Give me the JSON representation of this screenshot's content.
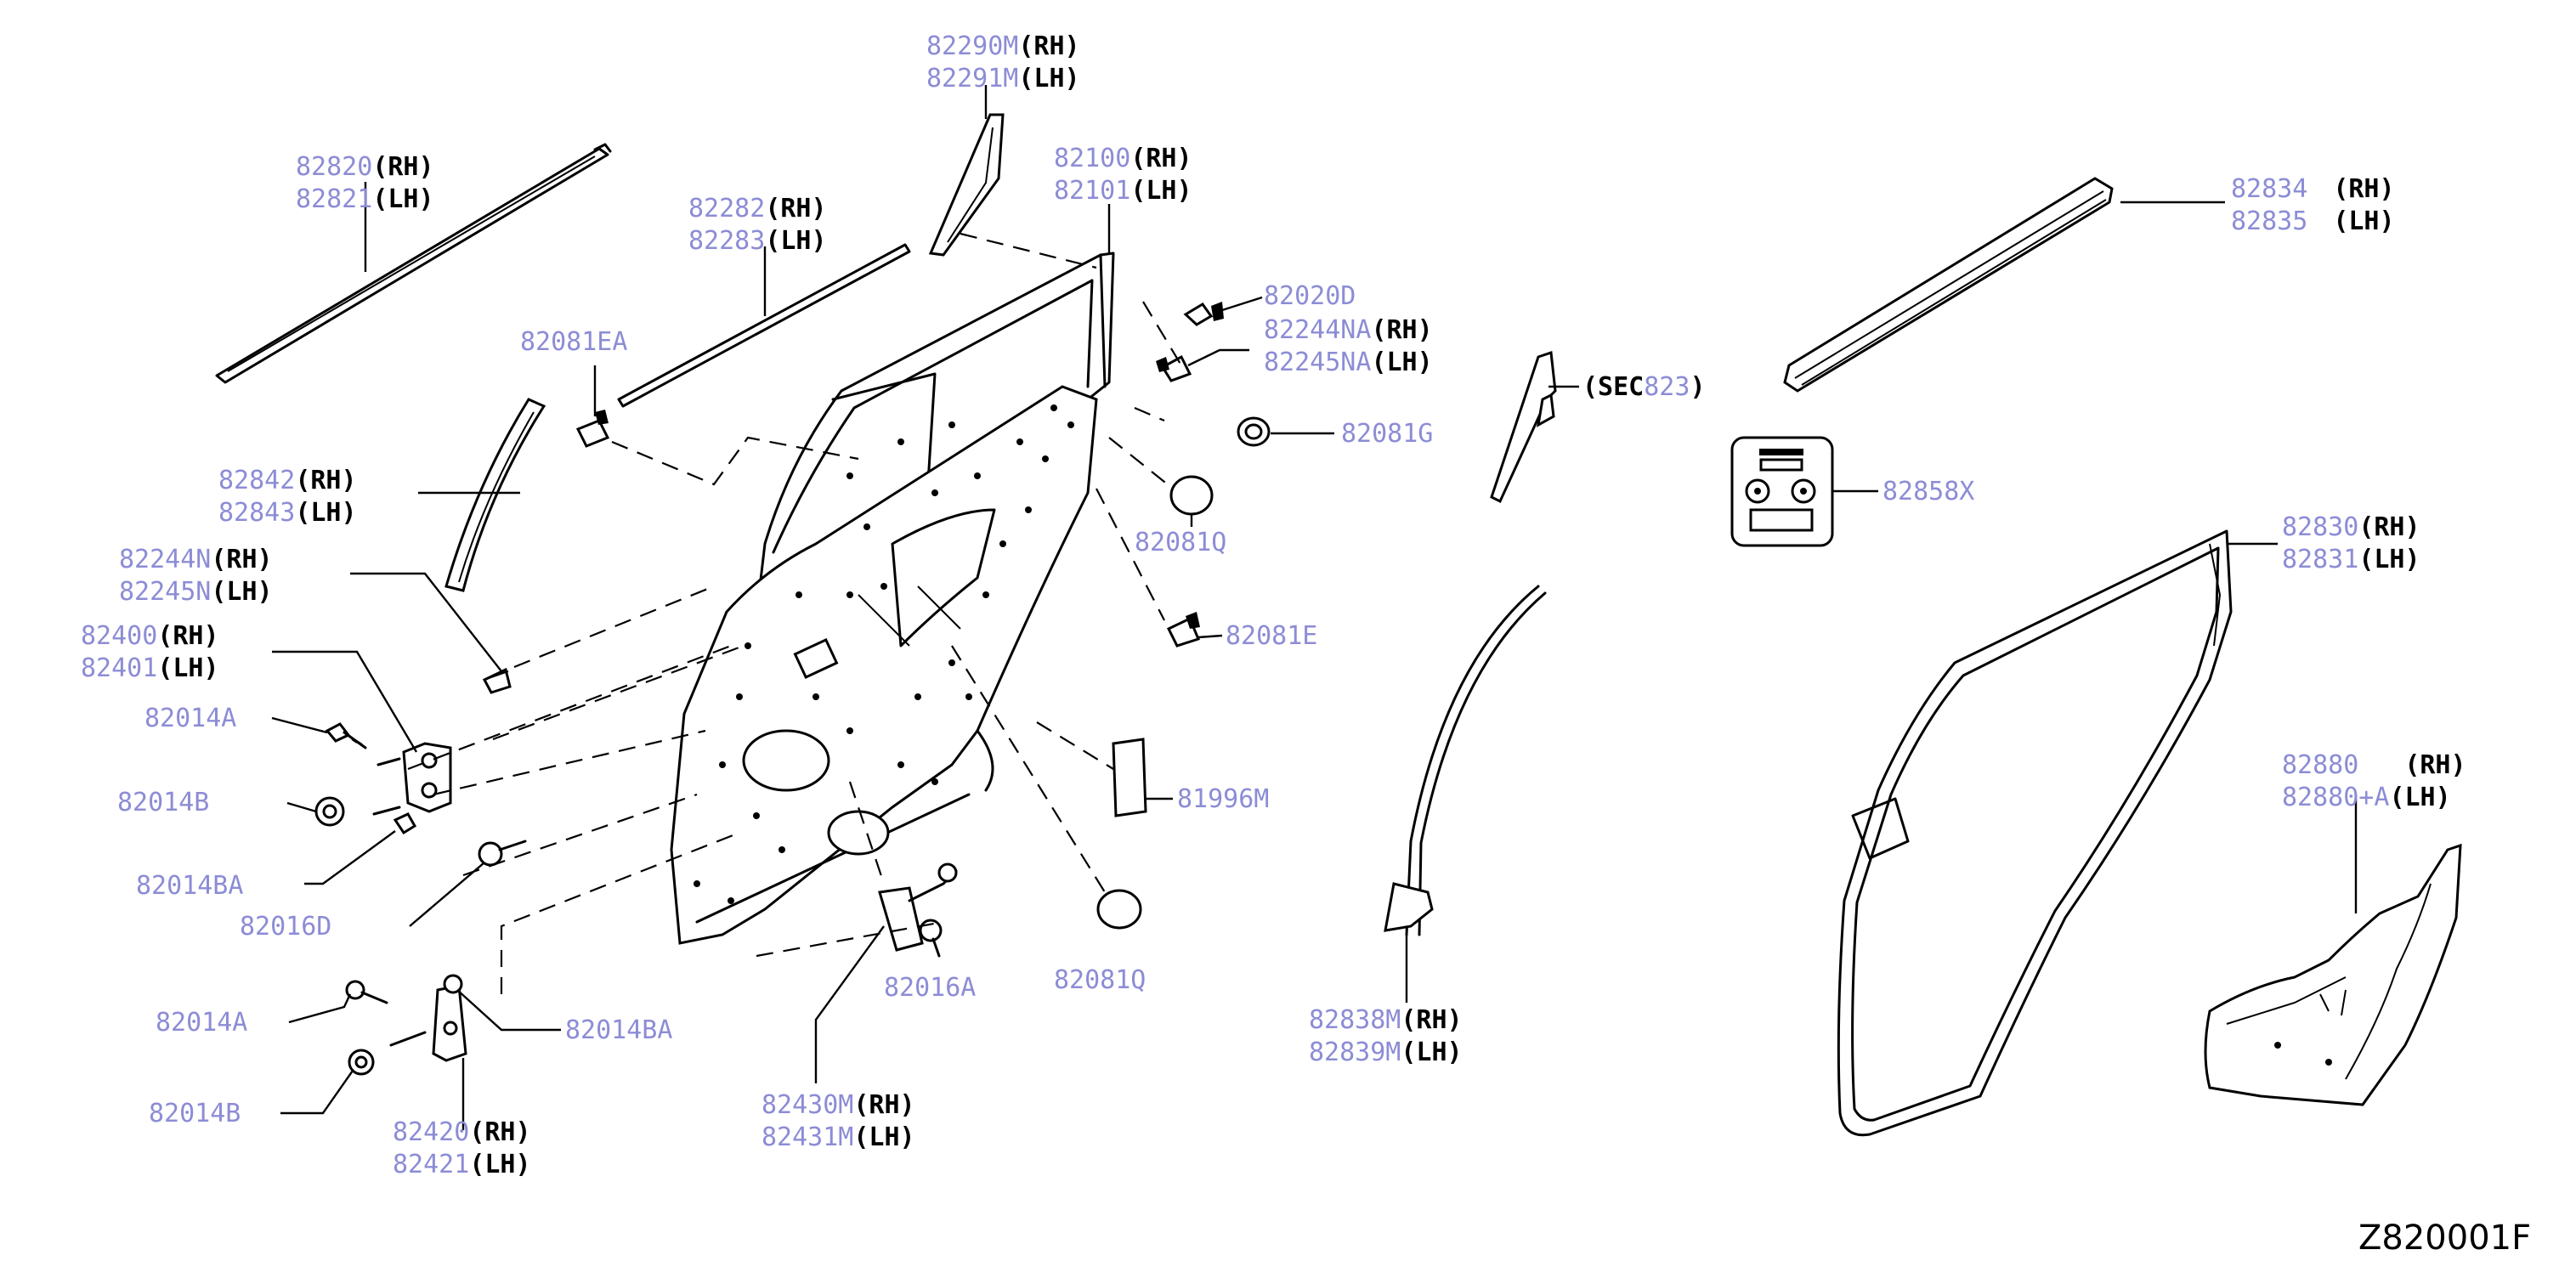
{
  "diagram_id": "Z820001F",
  "callouts": [
    {
      "id": "c82820",
      "lines": [
        {
          "pn": "82820",
          "side": "(RH)"
        },
        {
          "pn": "82821",
          "side": "(LH)"
        }
      ]
    },
    {
      "id": "c82282",
      "lines": [
        {
          "pn": "82282",
          "side": "(RH)"
        },
        {
          "pn": "82283",
          "side": "(LH)"
        }
      ]
    },
    {
      "id": "c82290M",
      "lines": [
        {
          "pn": "82290M",
          "side": "(RH)"
        },
        {
          "pn": "82291M",
          "side": "(LH)"
        }
      ]
    },
    {
      "id": "c82100",
      "lines": [
        {
          "pn": "82100",
          "side": "(RH)"
        },
        {
          "pn": "82101",
          "side": "(LH)"
        }
      ]
    },
    {
      "id": "c82020D",
      "lines": [
        {
          "pn": "82020D",
          "side": ""
        }
      ]
    },
    {
      "id": "c82244NA",
      "lines": [
        {
          "pn": "82244NA",
          "side": "(RH)"
        },
        {
          "pn": "82245NA",
          "side": "(LH)"
        }
      ]
    },
    {
      "id": "c82081EA",
      "lines": [
        {
          "pn": "82081EA",
          "side": ""
        }
      ]
    },
    {
      "id": "c82081G",
      "lines": [
        {
          "pn": "82081G",
          "side": ""
        }
      ]
    },
    {
      "id": "c82081Q1",
      "lines": [
        {
          "pn": "82081Q",
          "side": ""
        }
      ]
    },
    {
      "id": "c82842",
      "lines": [
        {
          "pn": "82842",
          "side": "(RH)"
        },
        {
          "pn": "82843",
          "side": "(LH)"
        }
      ]
    },
    {
      "id": "c82244N",
      "lines": [
        {
          "pn": "82244N",
          "side": "(RH)"
        },
        {
          "pn": "82245N",
          "side": "(LH)"
        }
      ]
    },
    {
      "id": "c82400",
      "lines": [
        {
          "pn": "82400",
          "side": "(RH)"
        },
        {
          "pn": "82401",
          "side": "(LH)"
        }
      ]
    },
    {
      "id": "c82014A1",
      "lines": [
        {
          "pn": "82014A",
          "side": ""
        }
      ]
    },
    {
      "id": "c82014B1",
      "lines": [
        {
          "pn": "82014B",
          "side": ""
        }
      ]
    },
    {
      "id": "c82014BA1",
      "lines": [
        {
          "pn": "82014BA",
          "side": ""
        }
      ]
    },
    {
      "id": "c82016D",
      "lines": [
        {
          "pn": "82016D",
          "side": ""
        }
      ]
    },
    {
      "id": "c82014A2",
      "lines": [
        {
          "pn": "82014A",
          "side": ""
        }
      ]
    },
    {
      "id": "c82014BA2",
      "lines": [
        {
          "pn": "82014BA",
          "side": ""
        }
      ]
    },
    {
      "id": "c82014B2",
      "lines": [
        {
          "pn": "82014B",
          "side": ""
        }
      ]
    },
    {
      "id": "c82420",
      "lines": [
        {
          "pn": "82420",
          "side": "(RH)"
        },
        {
          "pn": "82421",
          "side": "(LH)"
        }
      ]
    },
    {
      "id": "c82430M",
      "lines": [
        {
          "pn": "82430M",
          "side": "(RH)"
        },
        {
          "pn": "82431M",
          "side": "(LH)"
        }
      ]
    },
    {
      "id": "c82016A",
      "lines": [
        {
          "pn": "82016A",
          "side": ""
        }
      ]
    },
    {
      "id": "c82081Q2",
      "lines": [
        {
          "pn": "82081Q",
          "side": ""
        }
      ]
    },
    {
      "id": "c82081E",
      "lines": [
        {
          "pn": "82081E",
          "side": ""
        }
      ]
    },
    {
      "id": "c81996M",
      "lines": [
        {
          "pn": "81996M",
          "side": ""
        }
      ]
    },
    {
      "id": "c82838M",
      "lines": [
        {
          "pn": "82838M",
          "side": "(RH)"
        },
        {
          "pn": "82839M",
          "side": "(LH)"
        }
      ]
    },
    {
      "id": "cSEC",
      "lines": [
        {
          "pre": "(SEC",
          "pn": "823",
          "side": ")"
        }
      ]
    },
    {
      "id": "c82834",
      "lines": [
        {
          "pn": "82834",
          "side": "(RH)"
        },
        {
          "pn": "82835",
          "side": "(LH)"
        }
      ]
    },
    {
      "id": "c82858X",
      "lines": [
        {
          "pn": "82858X",
          "side": ""
        }
      ]
    },
    {
      "id": "c82830",
      "lines": [
        {
          "pn": "82830",
          "side": "(RH)"
        },
        {
          "pn": "82831",
          "side": "(LH)"
        }
      ]
    },
    {
      "id": "c82880",
      "lines": [
        {
          "pn": "82880",
          "side": "(RH)"
        },
        {
          "pn": "82880+A",
          "side": "(LH)"
        }
      ]
    }
  ]
}
